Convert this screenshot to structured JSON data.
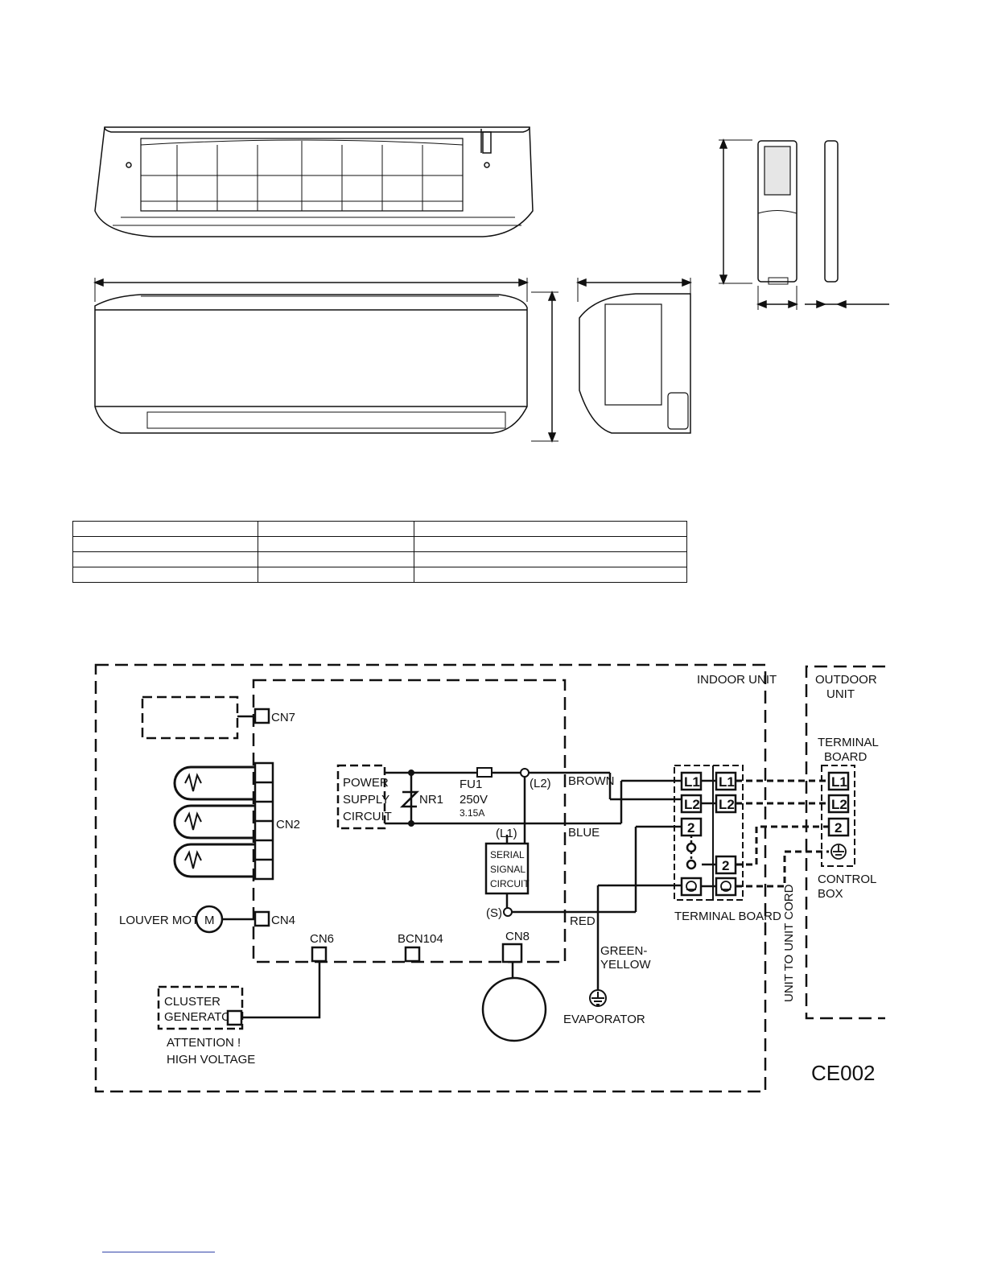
{
  "specs_table": {
    "rows": [
      [
        "",
        "",
        ""
      ],
      [
        "",
        "",
        ""
      ],
      [
        "",
        "",
        ""
      ],
      [
        "",
        "",
        ""
      ]
    ]
  },
  "wiring": {
    "indoor_unit": "INDOOR UNIT",
    "outdoor_unit_line1": "OUTDOOR",
    "outdoor_unit_line2": "UNIT",
    "terminal_board_top_line1": "TERMINAL",
    "terminal_board_top_line2": "BOARD",
    "terminal_board_bottom": "TERMINAL BOARD",
    "control_box_line1": "CONTROL",
    "control_box_line2": "BOX",
    "unit_to_unit_cord": "UNIT TO UNIT CORD",
    "cn7": "CN7",
    "cn2": "CN2",
    "cn4": "CN4",
    "cn6": "CN6",
    "bcn104": "BCN104",
    "cn8": "CN8",
    "louver_motor": "LOUVER MOTOR",
    "motor_symbol": "M",
    "power_supply_line1": "POWER",
    "power_supply_line2": "SUPPLY",
    "power_supply_line3": "CIRCUIT",
    "nr1": "NR1",
    "fu1_line1": "FU1",
    "fu1_line2": "250V",
    "fu1_line3": "3.15A",
    "node_l2": "(L2)",
    "node_l1": "(L1)",
    "node_s": "(S)",
    "serial_line1": "SERIAL",
    "serial_line2": "SIGNAL",
    "serial_line3": "CIRCUIT",
    "brown": "BROWN",
    "blue": "BLUE",
    "red": "RED",
    "green_yellow_line1": "GREEN-",
    "green_yellow_line2": "YELLOW",
    "evaporator": "EVAPORATOR",
    "cluster_line1": "CLUSTER",
    "cluster_line2": "GENERATOR",
    "attention_line1": "ATTENTION !",
    "attention_line2": "HIGH VOLTAGE",
    "term_l1": "L1",
    "term_l2": "L2",
    "term_2": "2",
    "code": "CE002"
  }
}
